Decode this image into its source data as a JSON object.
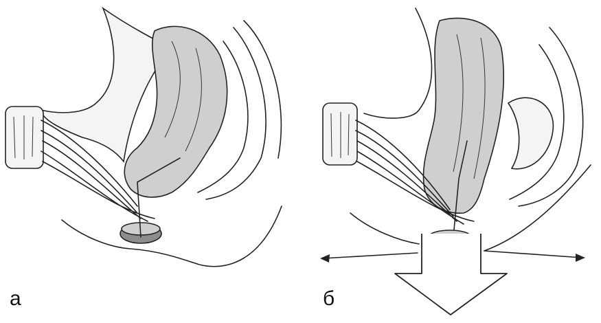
{
  "figure": {
    "panels": [
      {
        "id": "a",
        "label": "а"
      },
      {
        "id": "b",
        "label": "б"
      }
    ]
  }
}
